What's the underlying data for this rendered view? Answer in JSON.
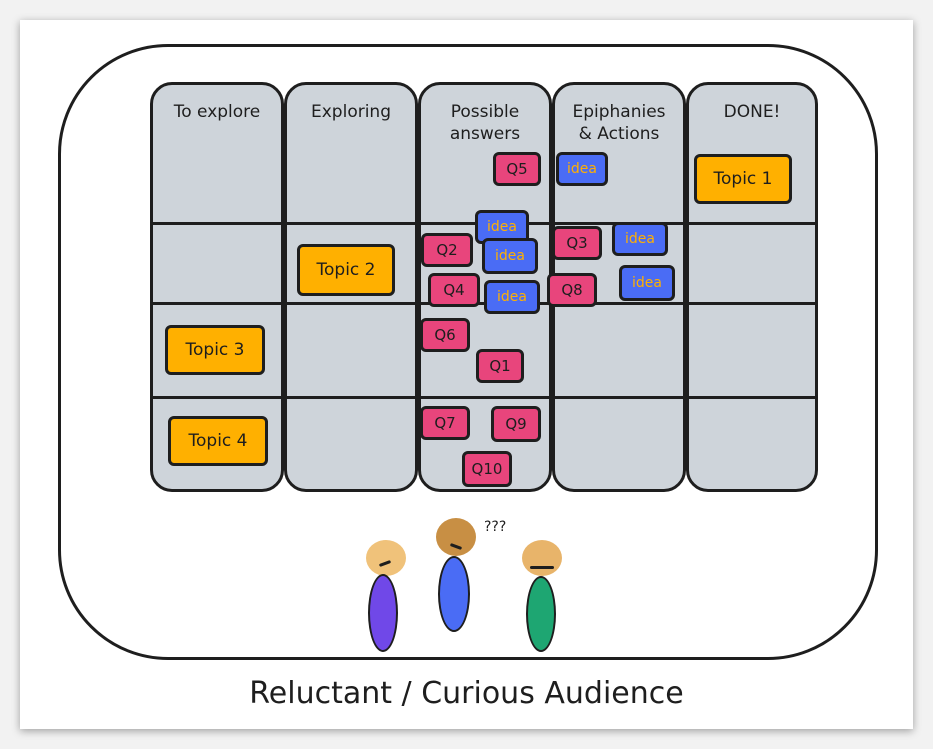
{
  "columns": [
    {
      "title": "To explore"
    },
    {
      "title": "Exploring"
    },
    {
      "title": "Possible\nanswers"
    },
    {
      "title": "Epiphanies\n& Actions"
    },
    {
      "title": "DONE!"
    }
  ],
  "topics": {
    "t1": "Topic 1",
    "t2": "Topic 2",
    "t3": "Topic 3",
    "t4": "Topic 4"
  },
  "questions": {
    "q1": "Q1",
    "q2": "Q2",
    "q3": "Q3",
    "q4": "Q4",
    "q5": "Q5",
    "q6": "Q6",
    "q7": "Q7",
    "q8": "Q8",
    "q9": "Q9",
    "q10": "Q10"
  },
  "idea_label": "idea",
  "speech": "???",
  "caption": "Reluctant / Curious Audience",
  "colors": {
    "topic": "#ffb000",
    "question": "#e8457c",
    "idea": "#4a6cf5",
    "column": "#ced4da",
    "person_purple": "#7048e8",
    "person_blue": "#4a6cf5",
    "person_green": "#1ea672"
  }
}
